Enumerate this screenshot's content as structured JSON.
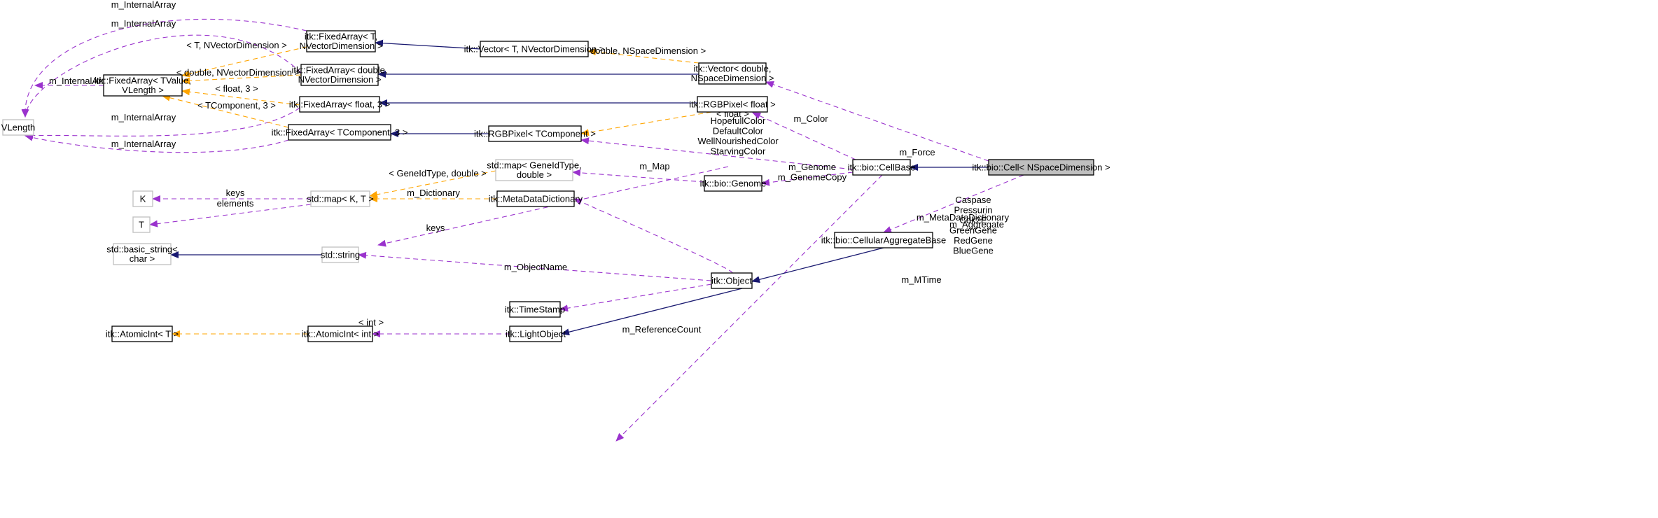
{
  "nodes": {
    "vlength": "VLength",
    "fa_tvalue": "itk::FixedArray< TValue,\nVLength >",
    "fa_t_nvec": "itk::FixedArray< T,\nNVectorDimension >",
    "fa_double_nvec": "itk::FixedArray< double,\nNVectorDimension >",
    "fa_float3": "itk::FixedArray< float, 3 >",
    "fa_tcomp3": "itk::FixedArray< TComponent, 3 >",
    "vec_t_nvec": "itk::Vector< T, NVectorDimension >",
    "vec_double_nspace": "itk::Vector< double,\nNSpaceDimension >",
    "rgb_float": "itk::RGBPixel< float >",
    "rgb_tcomp": "itk::RGBPixel< TComponent >",
    "cellbase": "itk::bio::CellBase",
    "cell": "itk::bio::Cell< NSpaceDimension >",
    "map_geneid": "std::map< GeneIdType,\ndouble >",
    "genome": "itk::bio::Genome",
    "map_kt": "std::map< K, T >",
    "k": "K",
    "t": "T",
    "metadict": "itk::MetaDataDictionary",
    "basic_string": "std::basic_string<\nchar >",
    "stdstring": "std::string",
    "aggbase": "itk::bio::CellularAggregateBase",
    "object": "itk::Object",
    "timestamp": "itk::TimeStamp",
    "lightobject": "itk::LightObject",
    "atomic_int": "itk::AtomicInt< int >",
    "atomic_t": "itk::AtomicInt< T >"
  },
  "edges": [
    {
      "from": "vlength",
      "to": "fa_tvalue",
      "kind": "use",
      "label": "m_InternalArray"
    },
    {
      "from": "vlength",
      "to": "fa_t_nvec",
      "kind": "use",
      "label": "m_InternalArray"
    },
    {
      "from": "vlength",
      "to": "fa_double_nvec",
      "kind": "use",
      "label": "m_InternalArray"
    },
    {
      "from": "vlength",
      "to": "fa_float3",
      "kind": "use",
      "label": "m_InternalArray"
    },
    {
      "from": "vlength",
      "to": "fa_tcomp3",
      "kind": "use",
      "label": "m_InternalArray"
    },
    {
      "from": "fa_tvalue",
      "to": "fa_t_nvec",
      "kind": "template",
      "label": "< T, NVectorDimension >"
    },
    {
      "from": "fa_tvalue",
      "to": "fa_double_nvec",
      "kind": "template",
      "label": "< double, NVectorDimension >"
    },
    {
      "from": "fa_tvalue",
      "to": "fa_float3",
      "kind": "template",
      "label": "< float, 3 >"
    },
    {
      "from": "fa_tvalue",
      "to": "fa_tcomp3",
      "kind": "template",
      "label": "< TComponent, 3 >"
    },
    {
      "from": "fa_t_nvec",
      "to": "vec_t_nvec",
      "kind": "inherit",
      "label": ""
    },
    {
      "from": "fa_double_nvec",
      "to": "vec_double_nspace",
      "kind": "inherit",
      "label": ""
    },
    {
      "from": "fa_float3",
      "to": "rgb_float",
      "kind": "inherit",
      "label": ""
    },
    {
      "from": "fa_tcomp3",
      "to": "rgb_tcomp",
      "kind": "inherit",
      "label": ""
    },
    {
      "from": "vec_t_nvec",
      "to": "vec_double_nspace",
      "kind": "template",
      "label": "< double, NSpaceDimension >"
    },
    {
      "from": "rgb_tcomp",
      "to": "rgb_float",
      "kind": "template",
      "label": "< float >"
    },
    {
      "from": "vec_double_nspace",
      "to": "cell",
      "kind": "use",
      "label": "m_Force"
    },
    {
      "from": "rgb_float",
      "to": "cellbase",
      "kind": "use",
      "label": "m_Color"
    },
    {
      "from": "rgb_tcomp",
      "to": "cellbase",
      "kind": "use",
      "label": "HopefullColor\nDefaultColor\nWellNourishedColor\nStarvingColor"
    },
    {
      "from": "genome",
      "to": "cellbase",
      "kind": "use",
      "label": "m_Genome\nm_GenomeCopy"
    },
    {
      "from": "map_geneid",
      "to": "genome",
      "kind": "use",
      "label": "m_Map"
    },
    {
      "from": "map_kt",
      "to": "map_geneid",
      "kind": "template",
      "label": "< GeneIdType, double >"
    },
    {
      "from": "k",
      "to": "map_kt",
      "kind": "use",
      "label": "keys"
    },
    {
      "from": "t",
      "to": "map_kt",
      "kind": "use",
      "label": "elements"
    },
    {
      "from": "map_kt",
      "to": "metadict",
      "kind": "template",
      "label": "m_Dictionary"
    },
    {
      "from": "stdstring",
      "to": "map_geneid",
      "kind": "use",
      "label": "keys"
    },
    {
      "from": "basic_string",
      "to": "stdstring",
      "kind": "inherit",
      "label": ""
    },
    {
      "from": "stdstring",
      "to": "cellbase",
      "kind": "use",
      "label": "Caspase\nPressurin\nCdk2E\nGreenGene\nRedGene\nBlueGene"
    },
    {
      "from": "stdstring",
      "to": "object",
      "kind": "use",
      "label": "m_ObjectName"
    },
    {
      "from": "metadict",
      "to": "object",
      "kind": "use",
      "label": "m_MetaDataDictionary"
    },
    {
      "from": "timestamp",
      "to": "object",
      "kind": "use",
      "label": "m_MTime"
    },
    {
      "from": "object",
      "to": "lightobject",
      "kind": "inherit",
      "label": ""
    },
    {
      "from": "atomic_int",
      "to": "lightobject",
      "kind": "use",
      "label": "m_ReferenceCount"
    },
    {
      "from": "atomic_t",
      "to": "atomic_int",
      "kind": "template",
      "label": "< int >"
    },
    {
      "from": "aggbase",
      "to": "object",
      "kind": "inherit",
      "label": ""
    },
    {
      "from": "cellbase",
      "to": "cell",
      "kind": "inherit",
      "label": ""
    },
    {
      "from": "aggbase",
      "to": "cell",
      "kind": "use",
      "label": "m_Aggregate"
    }
  ],
  "colors": {
    "inherit": "#191970",
    "use": "#9a32cd",
    "template": "#ffa500",
    "root_fill": "#bfbfbf",
    "external_border": "#bfbfbf"
  }
}
